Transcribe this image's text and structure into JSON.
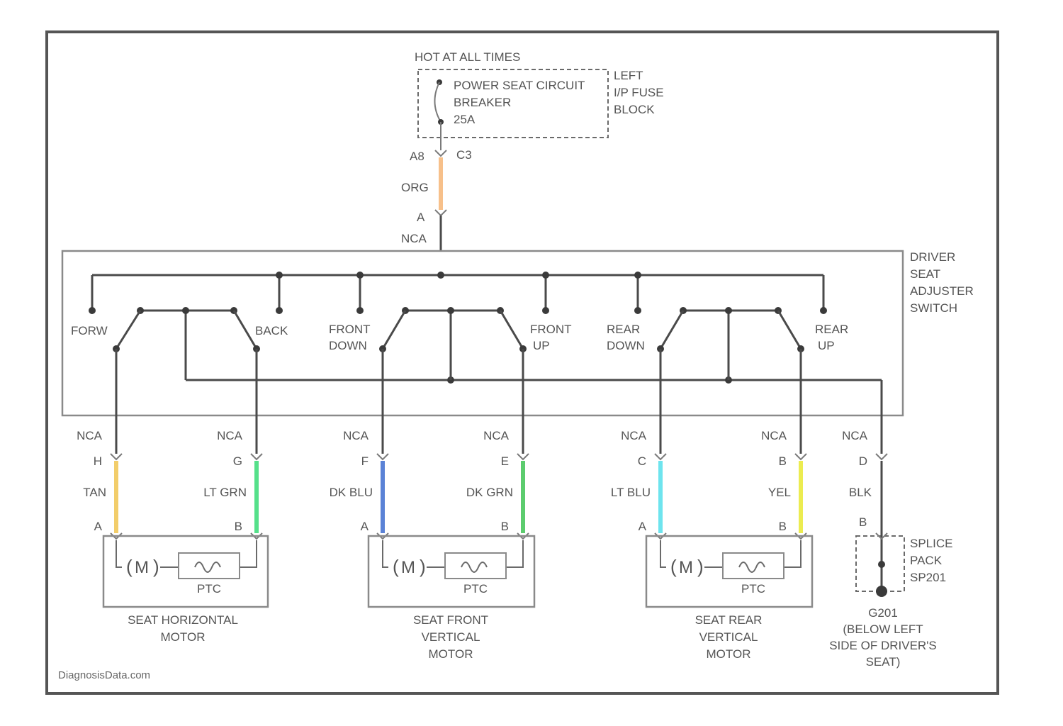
{
  "power": {
    "hot_label": "HOT AT ALL TIMES",
    "breaker_line1": "POWER SEAT CIRCUIT",
    "breaker_line2": "BREAKER",
    "breaker_line3": "25A",
    "fuse_line1": "LEFT",
    "fuse_line2": "I/P FUSE",
    "fuse_line3": "BLOCK",
    "pin_top": "A8",
    "connector_top": "C3",
    "wire_color": "ORG",
    "pin_a": "A",
    "nca": "NCA"
  },
  "switch": {
    "name_line1": "DRIVER",
    "name_line2": "SEAT",
    "name_line3": "ADJUSTER",
    "name_line4": "SWITCH",
    "forw": "FORW",
    "back": "BACK",
    "front_down_1": "FRONT",
    "front_down_2": "DOWN",
    "front_up_1": "FRONT",
    "front_up_2": "UP",
    "rear_down_1": "REAR",
    "rear_down_2": "DOWN",
    "rear_up_1": "REAR",
    "rear_up_2": "UP"
  },
  "wires": [
    {
      "nca": "NCA",
      "pin": "H",
      "color_name": "TAN",
      "color": "#f2cd6a",
      "motor_pin": "A"
    },
    {
      "nca": "NCA",
      "pin": "G",
      "color_name": "LT GRN",
      "color": "#55e08a",
      "motor_pin": "B"
    },
    {
      "nca": "NCA",
      "pin": "F",
      "color_name": "DK BLU",
      "color": "#5b82d6",
      "motor_pin": "A"
    },
    {
      "nca": "NCA",
      "pin": "E",
      "color_name": "DK GRN",
      "color": "#5ccc6e",
      "motor_pin": "B"
    },
    {
      "nca": "NCA",
      "pin": "C",
      "color_name": "LT BLU",
      "color": "#6ee4ee",
      "motor_pin": "A"
    },
    {
      "nca": "NCA",
      "pin": "B",
      "color_name": "YEL",
      "color": "#ecec50",
      "motor_pin": "B"
    },
    {
      "nca": "NCA",
      "pin": "D",
      "color_name": "BLK",
      "color": "#4a4a4a",
      "motor_pin": "B"
    }
  ],
  "motors": [
    {
      "m": "M",
      "ptc": "PTC",
      "name_line1": "SEAT HORIZONTAL",
      "name_line2": "MOTOR",
      "name_line3": ""
    },
    {
      "m": "M",
      "ptc": "PTC",
      "name_line1": "SEAT FRONT",
      "name_line2": "VERTICAL",
      "name_line3": "MOTOR"
    },
    {
      "m": "M",
      "ptc": "PTC",
      "name_line1": "SEAT REAR",
      "name_line2": "VERTICAL",
      "name_line3": "MOTOR"
    }
  ],
  "splice": {
    "line1": "SPLICE",
    "line2": "PACK",
    "line3": "SP201",
    "ground_1": "G201",
    "ground_2": "(BELOW LEFT",
    "ground_3": "SIDE OF DRIVER'S",
    "ground_4": "SEAT)"
  },
  "credit": "DiagnosisData.com",
  "colors": {
    "orange_wire": "#f7c08a",
    "frame": "#555555"
  }
}
